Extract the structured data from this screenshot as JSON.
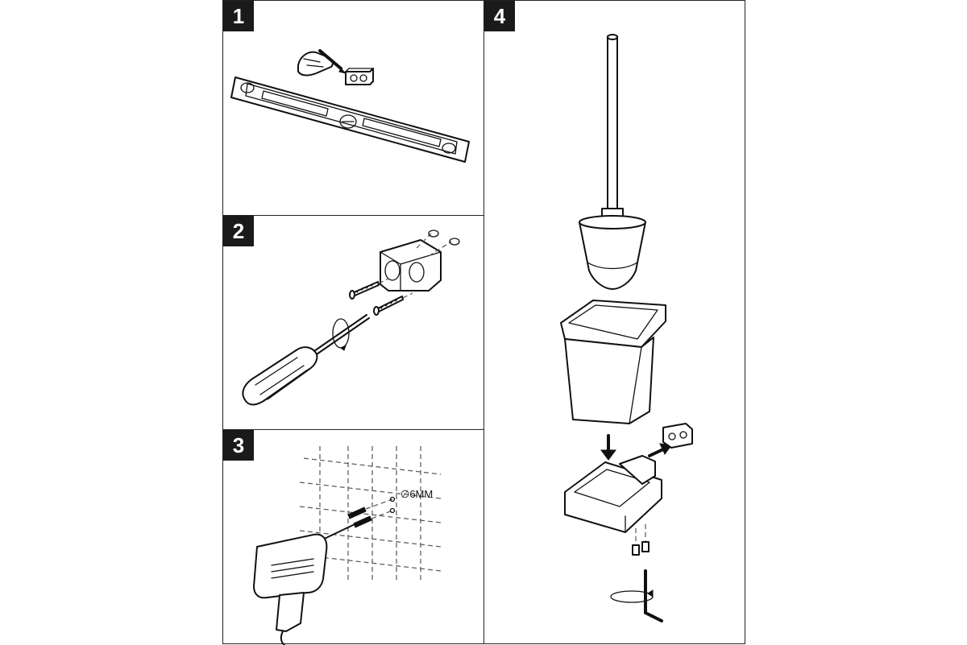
{
  "steps": [
    {
      "number": "1"
    },
    {
      "number": "2"
    },
    {
      "number": "3"
    },
    {
      "number": "4"
    }
  ],
  "drill": {
    "diameter_label": "∅6MM"
  }
}
